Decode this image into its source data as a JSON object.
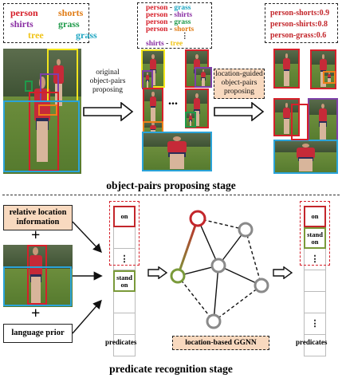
{
  "top_left_labels": [
    [
      {
        "t": "person",
        "c": "#d6202a"
      },
      {
        "t": "shorts",
        "c": "#e07a12"
      }
    ],
    [
      {
        "t": "shirts",
        "c": "#8a2ea3"
      },
      {
        "t": "grass",
        "c": "#1f9a4a"
      }
    ],
    [
      {
        "t": "tree",
        "c": "#f0c419"
      },
      {
        "t": "grass",
        "c": "#1fa6c2"
      }
    ]
  ],
  "pair_labels": [
    [
      {
        "t": "person",
        "c": "#d6202a"
      },
      {
        "t": " - ",
        "c": "#222"
      },
      {
        "t": "grass",
        "c": "#1fa6c2"
      }
    ],
    [
      {
        "t": "person",
        "c": "#d6202a"
      },
      {
        "t": " - ",
        "c": "#222"
      },
      {
        "t": "shirts",
        "c": "#8a2ea3"
      }
    ],
    [
      {
        "t": "person",
        "c": "#d6202a"
      },
      {
        "t": " - ",
        "c": "#222"
      },
      {
        "t": "grass",
        "c": "#1f9a4a"
      }
    ],
    [
      {
        "t": "person",
        "c": "#d6202a"
      },
      {
        "t": " - ",
        "c": "#222"
      },
      {
        "t": "shorts",
        "c": "#e07a12"
      }
    ],
    [
      {
        "t": "⋮",
        "c": "#222"
      }
    ],
    [
      {
        "t": "shirts",
        "c": "#8a2ea3"
      },
      {
        "t": " - ",
        "c": "#222"
      },
      {
        "t": "tree",
        "c": "#f0c419"
      }
    ]
  ],
  "score_labels": [
    "person-shorts:0.9",
    "person-shirts:0.8",
    "person-grass:0.6"
  ],
  "arrow1_text": "original object-pairs proposing",
  "arrow2_text": "location-guided object-pairs proposing",
  "ellipsis": "...",
  "stage1_title": "object-pairs proposing stage",
  "stage2_title": "predicate recognition stage",
  "relative_location": "relative location information",
  "plus": "+",
  "language_prior": "language  prior",
  "predicates_label": "predicates",
  "ggnn_label": "location-based GGNN",
  "pred_col1": [
    "on",
    "",
    "⋮",
    "stand on",
    "",
    "",
    ""
  ],
  "pred_col2": [
    "on",
    "stand on",
    "⋮",
    "",
    "",
    "⋮",
    ""
  ],
  "colors": {
    "red": "#d6202a",
    "yellow": "#f2e51c",
    "blue": "#2aa3d9",
    "purple": "#7d3fa8",
    "orange": "#ef7f1a",
    "green_node": "#7a9a3a",
    "gray_node": "#8a8a8a",
    "ggnn_fill": "#f8d9bf"
  }
}
